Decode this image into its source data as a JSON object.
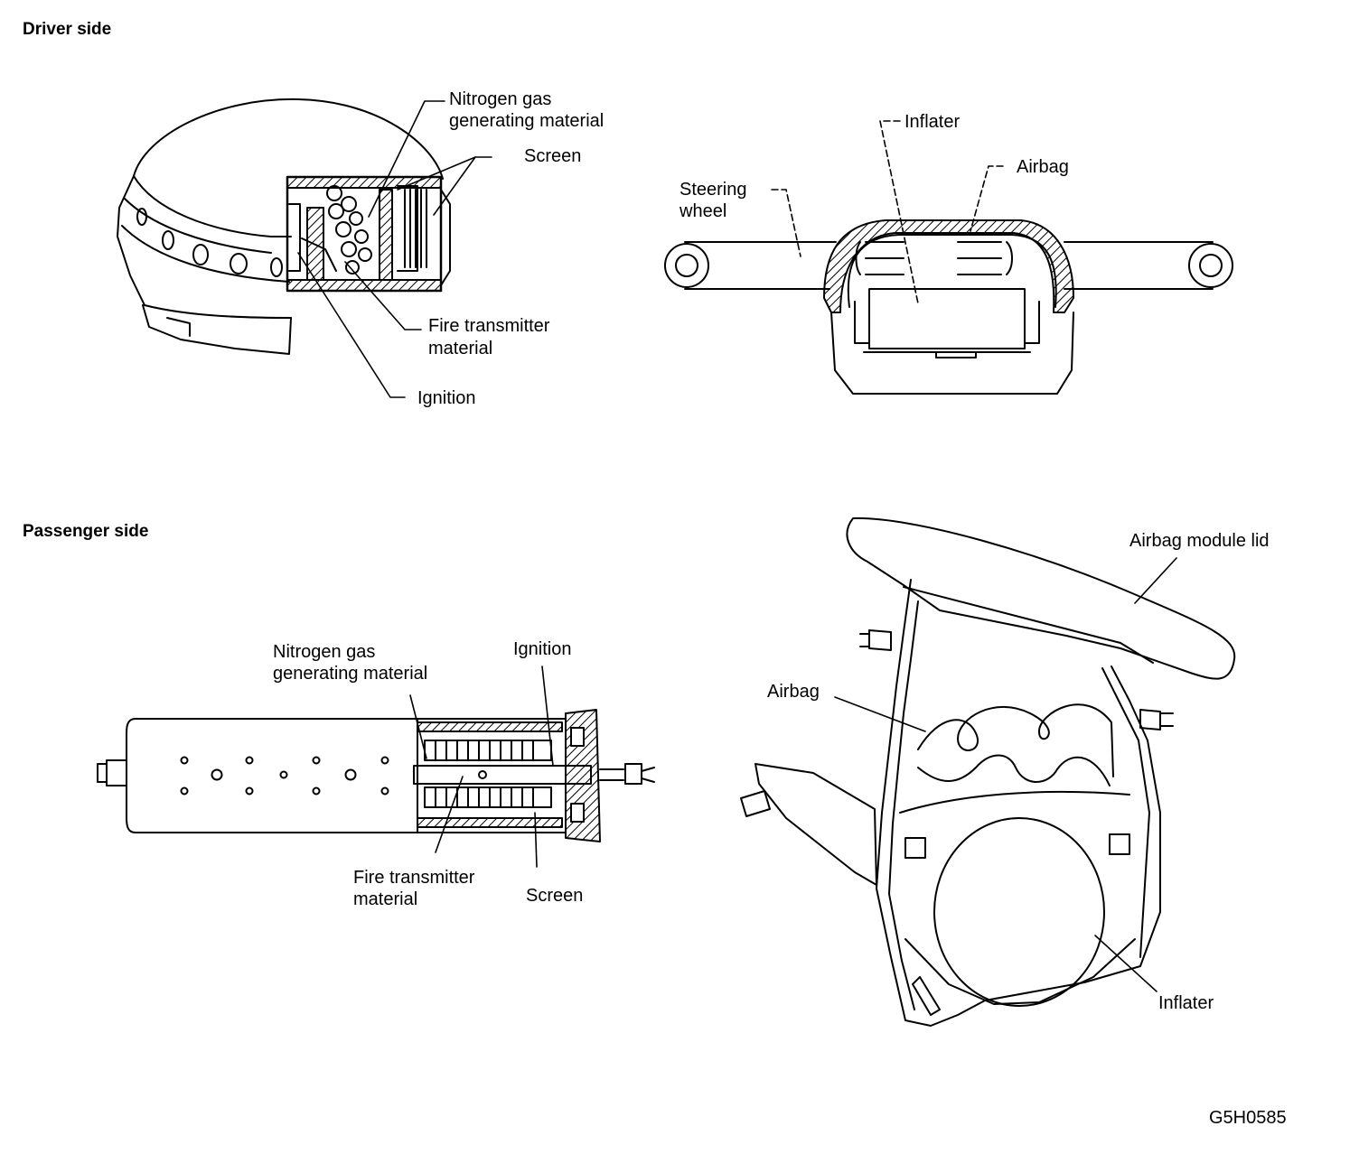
{
  "sections": {
    "driver_title": "Driver side",
    "passenger_title": "Passenger side"
  },
  "driver_inflator": {
    "nitrogen_line1": "Nitrogen gas",
    "nitrogen_line2": "generating material",
    "screen": "Screen",
    "fire_line1": "Fire transmitter",
    "fire_line2": "material",
    "ignition": "Ignition"
  },
  "driver_module": {
    "inflater": "Inflater",
    "airbag": "Airbag",
    "steering_line1": "Steering",
    "steering_line2": "wheel"
  },
  "passenger_inflator": {
    "nitrogen_line1": "Nitrogen gas",
    "nitrogen_line2": "generating material",
    "ignition": "Ignition",
    "fire_line1": "Fire transmitter",
    "fire_line2": "material",
    "screen": "Screen"
  },
  "passenger_module": {
    "lid": "Airbag module lid",
    "airbag": "Airbag",
    "inflater": "Inflater"
  },
  "figure_code": "G5H0585"
}
